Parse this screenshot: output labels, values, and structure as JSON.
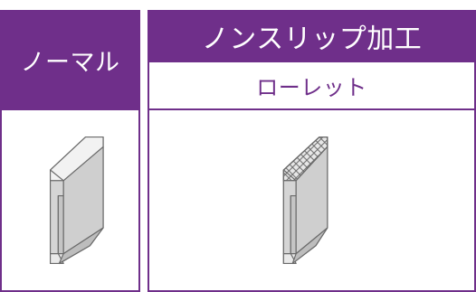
{
  "colors": {
    "accent": "#6f2f8a",
    "border": "#6f2f8a"
  },
  "columns": {
    "normal": {
      "title": "ノーマル",
      "illustration": "plain-profile-icon"
    },
    "nonslip": {
      "title": "ノンスリップ加工",
      "subtitle": "ローレット",
      "illustration": "knurled-profile-icon"
    }
  }
}
